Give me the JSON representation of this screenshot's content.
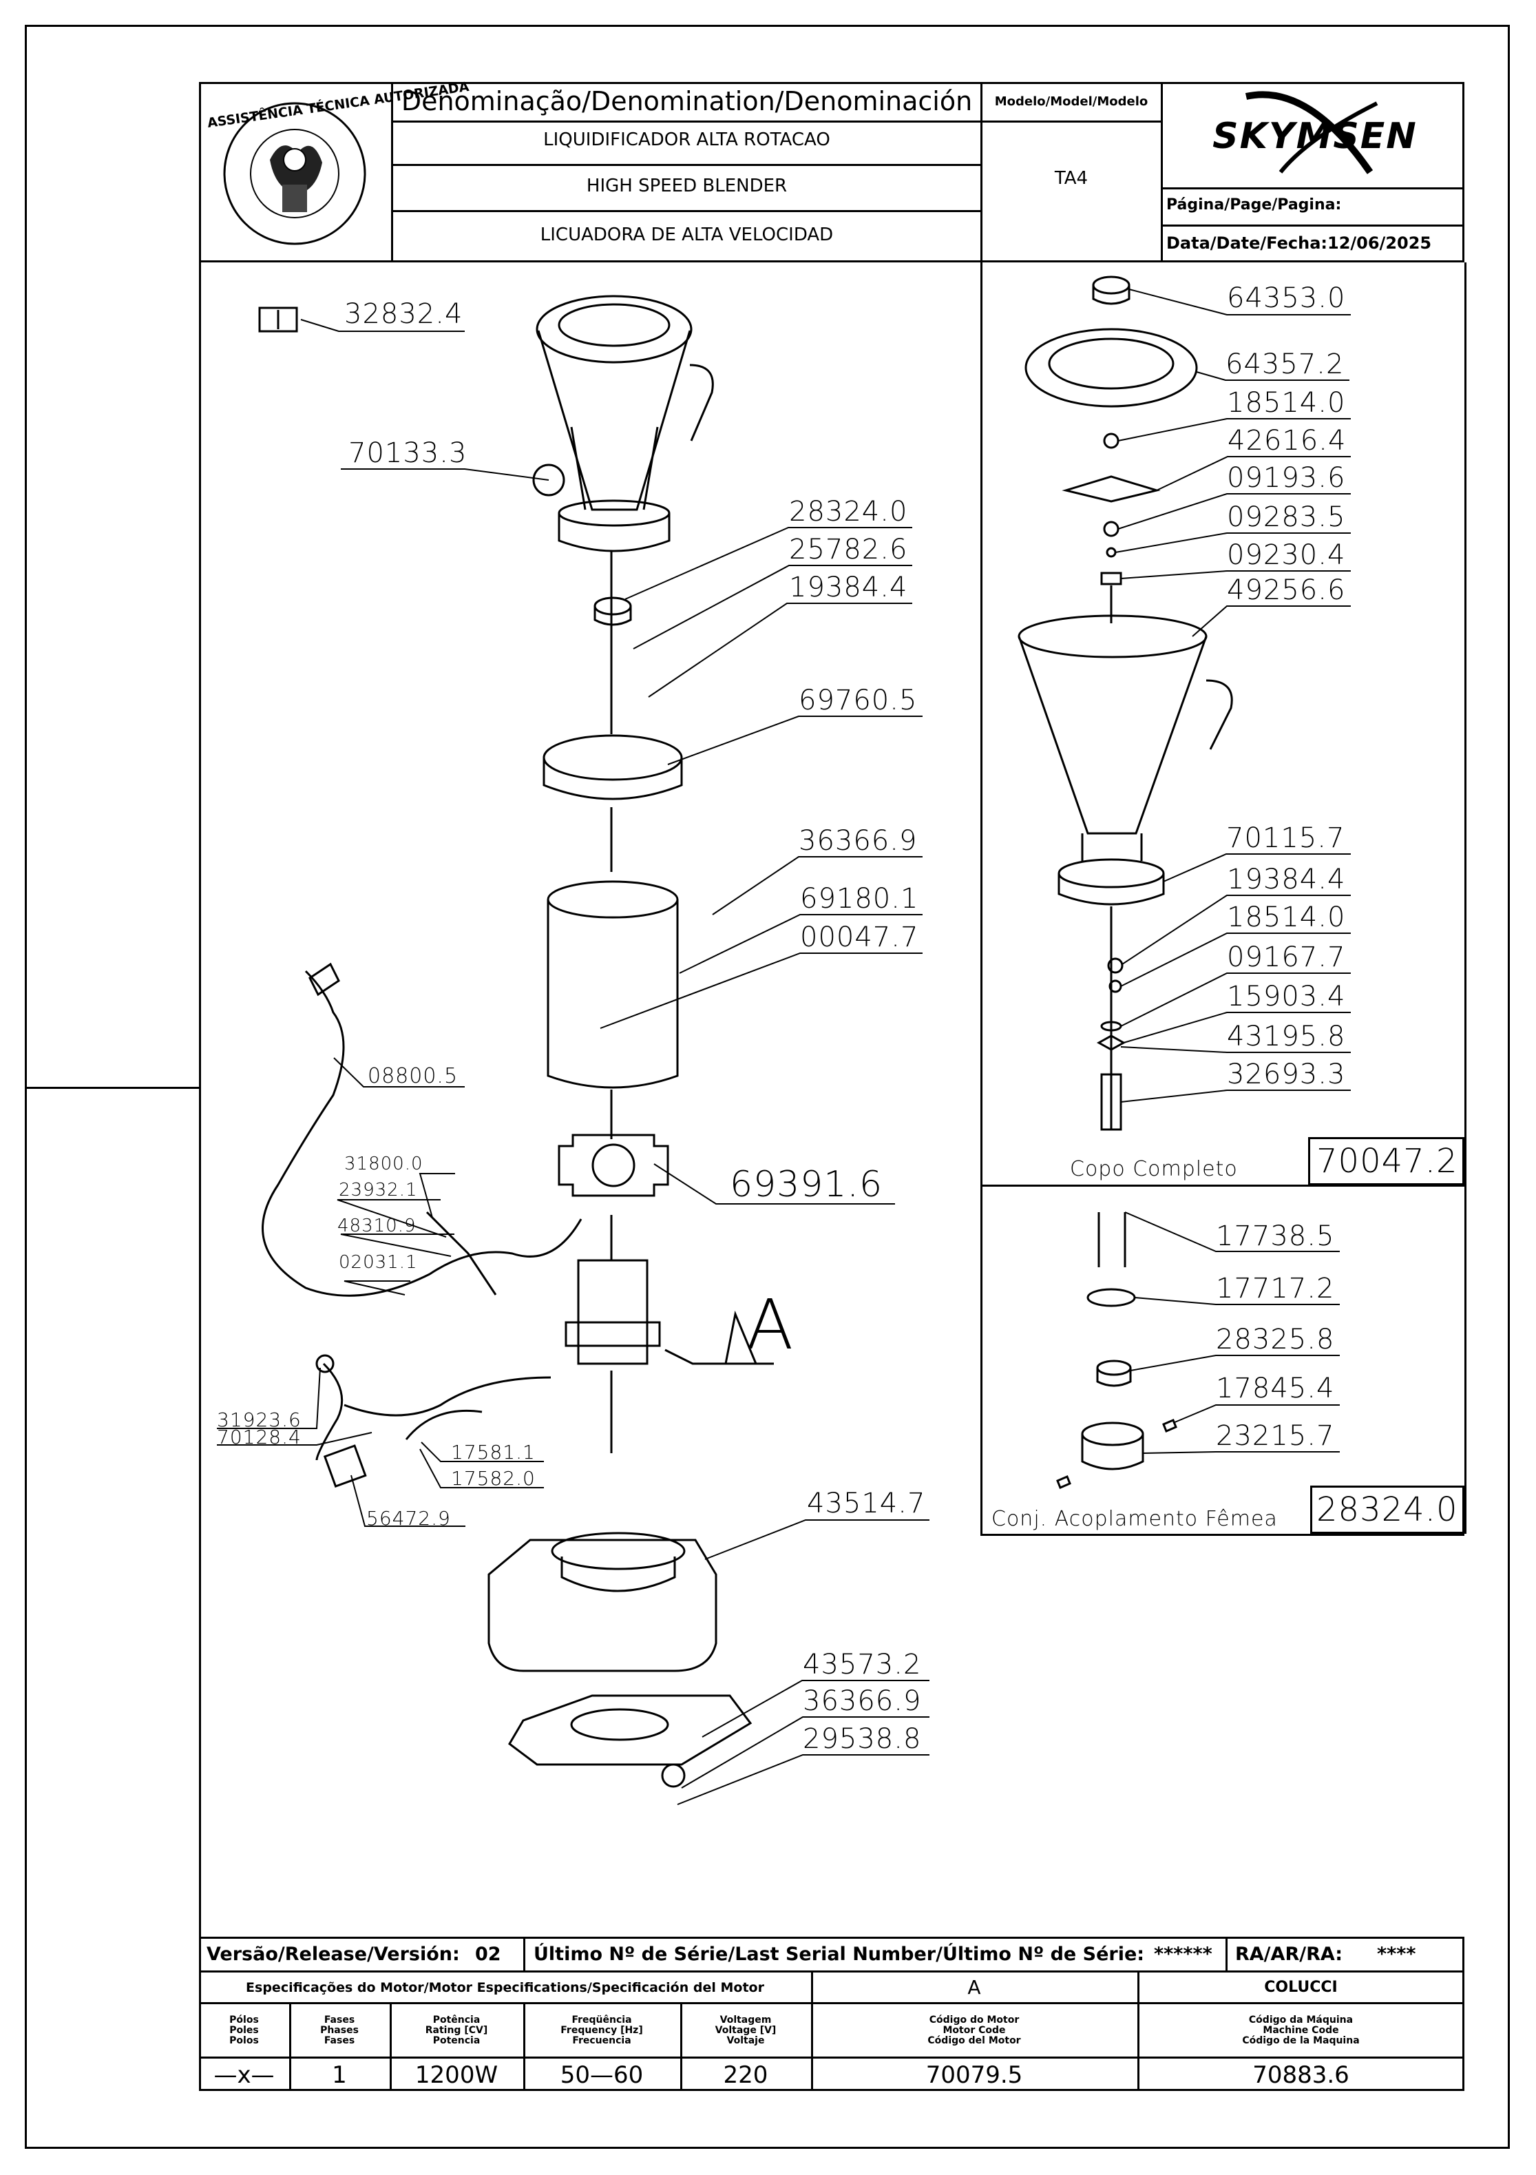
{
  "header": {
    "denomination_label": "Denominação/Denomination/Denominación",
    "name_pt": "LIQUIDIFICADOR ALTA ROTACAO",
    "name_en": "HIGH SPEED BLENDER",
    "name_es": "LICUADORA DE ALTA VELOCIDAD",
    "model_label": "Modelo/Model/Modelo",
    "model_value": "TA4",
    "brand": "SKYMSEN",
    "page_label": "Página/Page/Pagina:",
    "date_label": "Data/Date/Fecha:12/06/2025",
    "badge_text": "ASSISTÊNCIA TÉCNICA AUTORIZADA"
  },
  "parts_main": {
    "p1": "32832.4",
    "p2": "70133.3",
    "p3": "28324.0",
    "p4": "25782.6",
    "p5": "19384.4",
    "p6": "69760.5",
    "p7": "36366.9",
    "p8": "69180.1",
    "p9": "00047.7",
    "p10": "08800.5",
    "p11": "69391.6",
    "p12": "31800.0",
    "p13": "23932.1",
    "p14": "48310.9",
    "p15": "02031.1",
    "p16": "A",
    "p17": "31923.6",
    "p18": "70128.4",
    "p19": "17581.1",
    "p20": "17582.0",
    "p21": "56472.9",
    "p22": "43514.7",
    "p23": "43573.2",
    "p24": "36366.9",
    "p25": "29538.8"
  },
  "parts_copo": {
    "p1": "64353.0",
    "p2": "64357.2",
    "p3": "18514.0",
    "p4": "42616.4",
    "p5": "09193.6",
    "p6": "09283.5",
    "p7": "09230.4",
    "p8": "49256.6",
    "p9": "70115.7",
    "p10": "19384.4",
    "p11": "18514.0",
    "p12": "09167.7",
    "p13": "15903.4",
    "p14": "43195.8",
    "p15": "32693.3",
    "title": "Copo Completo",
    "code": "70047.2"
  },
  "parts_acop": {
    "p1": "17738.5",
    "p2": "17717.2",
    "p3": "28325.8",
    "p4": "17845.4",
    "p5": "23215.7",
    "title": "Conj. Acoplamento Fêmea",
    "code": "28324.0"
  },
  "footer": {
    "release_label": "Versão/Release/Versión:",
    "release_value": "02",
    "serial_label": "Último Nº de Série/Last Serial Number/Último Nº de Série:",
    "serial_value": "******",
    "ra_label": "RA/AR/RA:",
    "ra_value": "****",
    "motor_spec_label": "Especificações do Motor/Motor Especifications/Specificación del Motor",
    "motor_letter": "A",
    "manufacturer": "COLUCCI",
    "h_poles": "Pólos\nPoles\nPolos",
    "h_phases": "Fases\nPhases\nFases",
    "h_rating": "Potência\nRating [CV]\nPotencia",
    "h_freq": "Freqüência\nFrequency [Hz]\nFrecuencia",
    "h_volt": "Voltagem\nVoltage [V]\nVoltaje",
    "h_motor_code": "Código do Motor\nMotor Code\nCódigo del Motor",
    "h_machine_code": "Código da Máquina\nMachine Code\nCódigo de la Maquina",
    "v_poles": "—x—",
    "v_phases": "1",
    "v_rating": "1200W",
    "v_freq": "50—60",
    "v_volt": "220",
    "v_motor_code": "70079.5",
    "v_machine_code": "70883.6"
  }
}
